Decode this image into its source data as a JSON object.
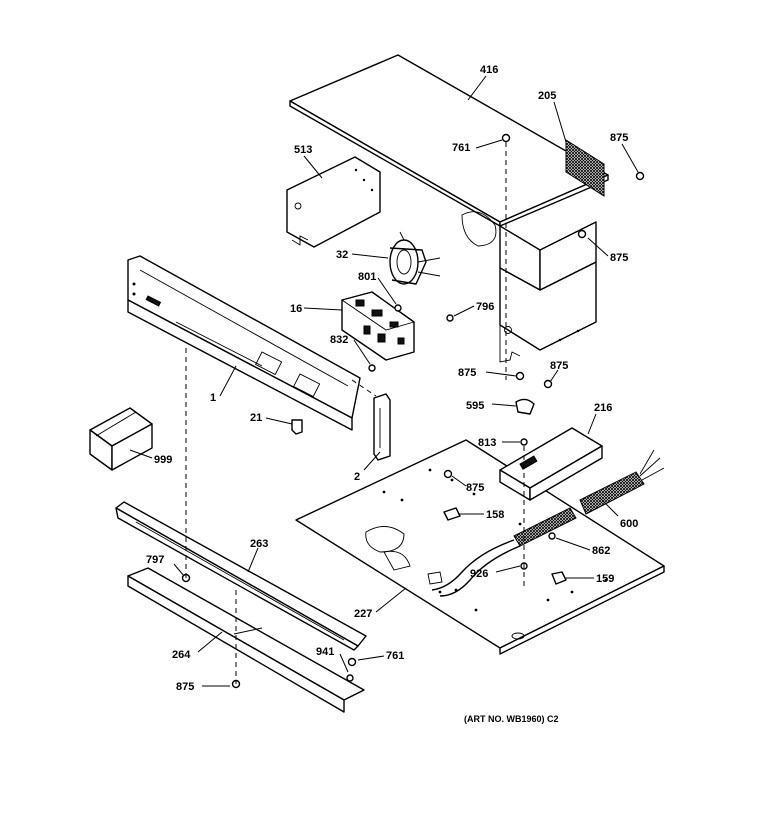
{
  "parts": {
    "p416": "416",
    "p205": "205",
    "p875a": "875",
    "p761a": "761",
    "p513": "513",
    "p875b": "875",
    "p32": "32",
    "p801": "801",
    "p16": "16",
    "p796": "796",
    "p832": "832",
    "p875c": "875",
    "p875d": "875",
    "p1": "1",
    "p595": "595",
    "p216": "216",
    "p21": "21",
    "p813": "813",
    "p2": "2",
    "p999": "999",
    "p875e": "875",
    "p158": "158",
    "p600": "600",
    "p263": "263",
    "p862": "862",
    "p797": "797",
    "p926": "926",
    "p159": "159",
    "p227": "227",
    "p264": "264",
    "p941": "941",
    "p761b": "761",
    "p875f": "875"
  },
  "art_number": "(ART NO. WB1960) C2"
}
